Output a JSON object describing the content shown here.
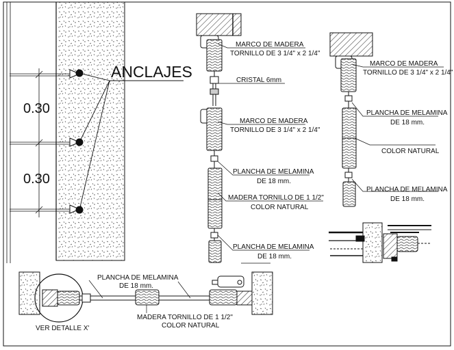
{
  "title": "ANCLAJES",
  "dimensions": [
    "0.30",
    "0.30"
  ],
  "elevation_a": {
    "labels": [
      "MARCO DE MADERA",
      "TORNILLO DE 3 1/4\" x 2 1/4\"",
      "CRISTAL 6mm",
      "MARCO DE MADERA",
      "TORNILLO DE 3 1/4\" x 2 1/4\"",
      "PLANCHA DE MELAMINA",
      "DE 18 mm.",
      "MADERA TORNILLO DE 1 1/2\"",
      "COLOR NATURAL",
      "PLANCHA DE MELAMINA",
      "DE 18 mm."
    ]
  },
  "elevation_b": {
    "labels": [
      "MARCO DE MADERA",
      "TORNILLO DE 3 1/4\" x 2 1/4\"",
      "PLANCHA DE MELAMINA",
      "DE 18 mm.",
      "COLOR NATURAL",
      "PLANCHA DE MELAMINA",
      "DE 18 mm."
    ]
  },
  "plan": {
    "labels": [
      "PLANCHA DE MELAMINA",
      "DE 18 mm.",
      "MADERA TORNILLO DE 1 1/2\"",
      "COLOR NATURAL"
    ],
    "detail_ref": "VER DETALLE X'"
  }
}
